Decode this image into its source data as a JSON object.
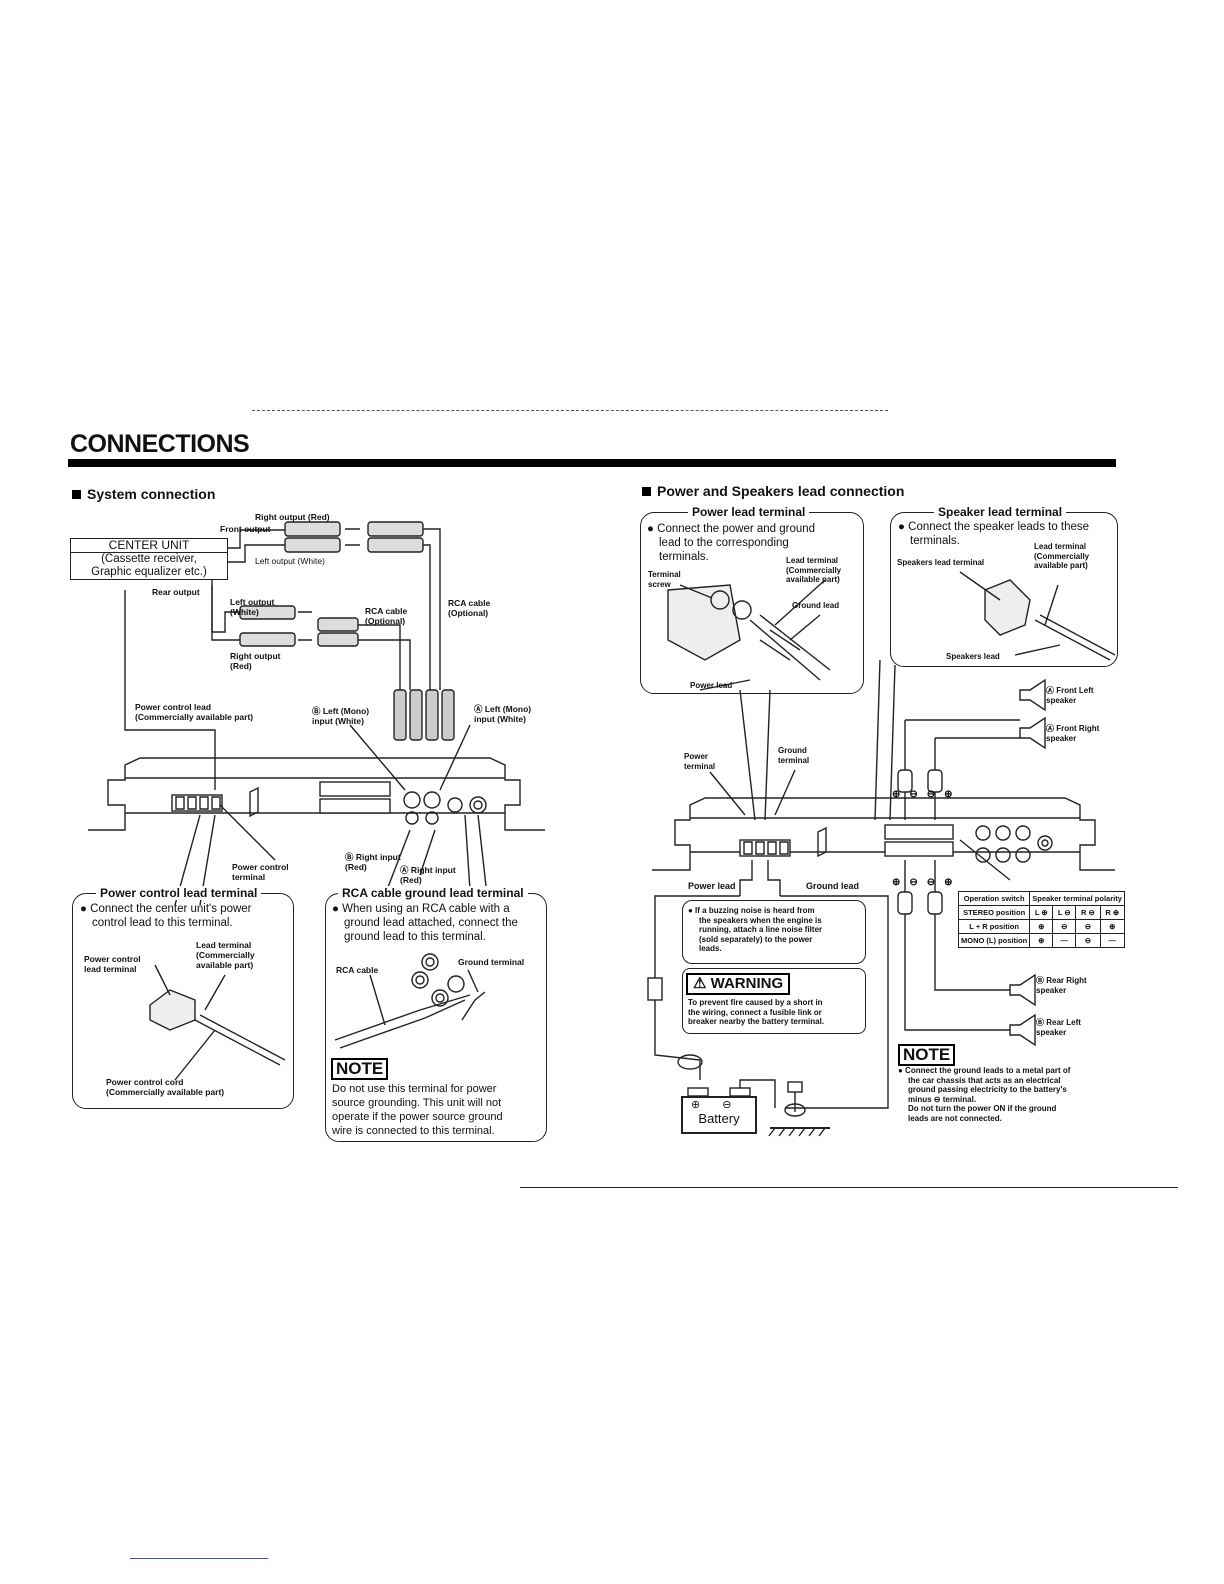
{
  "page": {
    "title": "CONNECTIONS"
  },
  "system": {
    "heading": "System connection",
    "center_unit_title": "CENTER UNIT",
    "center_unit_line2": "(Cassette receiver,",
    "center_unit_line3": "Graphic equalizer etc.)",
    "right_output_red": "Right output (Red)",
    "front_output": "Front output",
    "left_output_white": "Left output (White)",
    "rear_output": "Rear output",
    "left_output_white2_l1": "Left output",
    "left_output_white2_l2": "(White)",
    "right_output_red2_l1": "Right output",
    "right_output_red2_l2": "(Red)",
    "rca_cable_optional1_l1": "RCA cable",
    "rca_cable_optional1_l2": "(Optional)",
    "rca_cable_optional2_l1": "RCA cable",
    "rca_cable_optional2_l2": "(Optional)",
    "power_control_lead_l1": "Power control lead",
    "power_control_lead_l2": "(Commercially available part)",
    "b_left_mono_l1": "Ⓑ Left (Mono)",
    "b_left_mono_l2": "input (White)",
    "a_left_mono_l1": "Ⓐ Left (Mono)",
    "a_left_mono_l2": "input (White)",
    "power_control_terminal_l1": "Power control",
    "power_control_terminal_l2": "terminal",
    "b_right_input_l1": "Ⓑ Right input",
    "b_right_input_l2": "(Red)",
    "a_right_input_l1": "Ⓐ Right input",
    "a_right_input_l2": "(Red)"
  },
  "pc_box": {
    "heading": "Power control lead terminal",
    "text_l1": "●  Connect the center unit's power",
    "text_l2": "control lead to this terminal.",
    "lead_terminal_l1": "Lead terminal",
    "lead_terminal_l2": "(Commercially",
    "lead_terminal_l3": "available part)",
    "pc_lead_terminal_l1": "Power control",
    "pc_lead_terminal_l2": "lead terminal",
    "pc_cord_l1": "Power control cord",
    "pc_cord_l2": "(Commercially available part)"
  },
  "rca_box": {
    "heading": "RCA cable ground lead terminal",
    "text_l1": "●  When using an RCA cable with a",
    "text_l2": "ground lead attached, connect the",
    "text_l3": "ground lead to this terminal.",
    "rca_cable": "RCA cable",
    "ground_terminal": "Ground terminal",
    "note": "NOTE",
    "note_l1": "Do not use this terminal for power",
    "note_l2": "source grounding. This unit will not",
    "note_l3": "operate if the power source ground",
    "note_l4": "wire is connected to this terminal."
  },
  "power": {
    "heading": "Power and Speakers lead connection",
    "power_lead_terminal_heading": "Power lead terminal",
    "pl_text_l1": "●  Connect the power and ground",
    "pl_text_l2": "lead to the corresponding",
    "pl_text_l3": "terminals.",
    "terminal_screw_l1": "Terminal",
    "terminal_screw_l2": "screw",
    "lead_terminal_l1": "Lead terminal",
    "lead_terminal_l2": "(Commercially",
    "lead_terminal_l3": "available part)",
    "ground_lead": "Ground lead",
    "power_lead_in_box": "Power lead",
    "speaker_lead_terminal_heading": "Speaker lead terminal",
    "sp_text_l1": "●  Connect the speaker leads to these",
    "sp_text_l2": "terminals.",
    "sp_lead_terminal_label": "Speakers lead terminal",
    "sp_lead_terminal_l1": "Lead terminal",
    "sp_lead_terminal_l2": "(Commercially",
    "sp_lead_terminal_l3": "available part)",
    "speakers_lead": "Speakers lead",
    "power_terminal_l1": "Power",
    "power_terminal_l2": "terminal",
    "ground_terminal_l1": "Ground",
    "ground_terminal_l2": "terminal",
    "power_lead": "Power lead",
    "ground_lead_main": "Ground lead",
    "front_left_l1": "Ⓐ Front Left",
    "front_left_l2": "speaker",
    "front_right_l1": "Ⓐ Front Right",
    "front_right_l2": "speaker",
    "rear_right_l1": "Ⓑ Rear Right",
    "rear_right_l2": "speaker",
    "rear_left_l1": "Ⓑ Rear Left",
    "rear_left_l2": "speaker",
    "buzz_l1": "●  If a buzzing noise is heard from",
    "buzz_l2": "the speakers when the engine is",
    "buzz_l3": "running, attach a line noise filter",
    "buzz_l4": "(sold separately) to the power",
    "buzz_l5": "leads.",
    "warning": "WARNING",
    "warn_l1": "To prevent fire caused by a short in",
    "warn_l2": "the wiring, connect a fusible link or",
    "warn_l3": "breaker nearby the battery terminal.",
    "battery": "Battery",
    "note": "NOTE",
    "note_l1": "●  Connect the ground leads to a metal part of",
    "note_l2": "the car chassis that acts as an electrical",
    "note_l3": "ground passing electricity to the battery's",
    "note_l4": "minus ⊖ terminal.",
    "note_l5": "Do not turn the power ON if the ground",
    "note_l6": "leads are not connected."
  },
  "polarity_table": {
    "header": [
      "Operation switch",
      "Speaker terminal polarity"
    ],
    "rows": [
      [
        "STEREO position",
        "L ⊕",
        "L ⊖",
        "R ⊖",
        "R ⊕"
      ],
      [
        "L + R position",
        "⊕",
        "⊖",
        "⊖",
        "⊕"
      ],
      [
        "MONO (L) position",
        "⊕",
        "—",
        "⊖",
        "—"
      ]
    ]
  }
}
